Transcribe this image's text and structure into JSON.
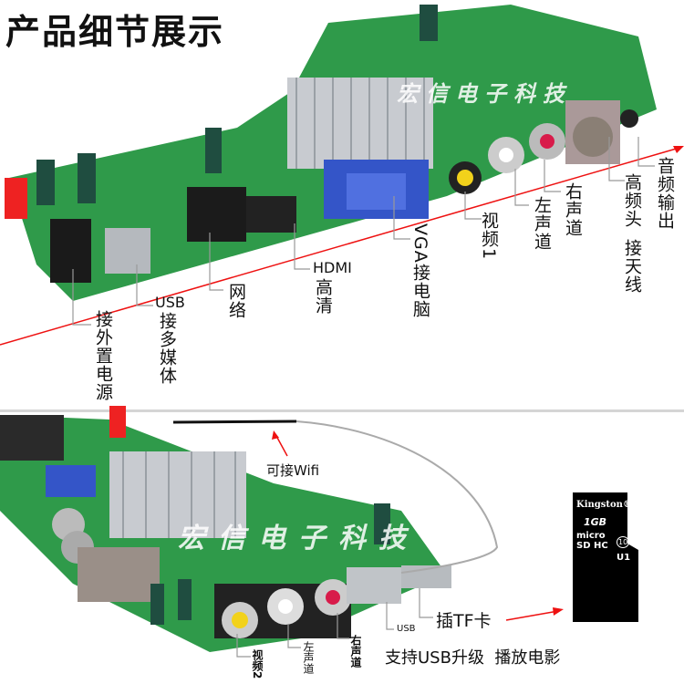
{
  "title": "产品细节展示",
  "watermark": "宏信电子科技",
  "top_labels": {
    "power": "接外置电源",
    "usb_prefix": "USB",
    "usb": "接多媒体",
    "network": "网络",
    "hdmi_prefix": "HDMI",
    "hdmi": "高清",
    "vga": "VGA接电脑",
    "video1": "视频1",
    "left_audio": "左声道",
    "right_audio": "右声道",
    "tuner": "高频头",
    "antenna": "接天线",
    "audio_out": "音频输出"
  },
  "bottom_labels": {
    "wifi": "可接Wifi",
    "video2": "视频2",
    "left_audio": "左声道",
    "right_audio": "右声道",
    "usb": "USB",
    "tf_card": "插TF卡",
    "usb_upgrade": "支持USB升级  播放电影"
  },
  "sd_card": {
    "brand": "Kingston®",
    "capacity": "1GB",
    "type": "micro SD HC",
    "class": "10",
    "uhs": "U1"
  },
  "colors": {
    "board": "#2f9a4a",
    "arrow": "#ee1111",
    "leader": "#999999"
  }
}
